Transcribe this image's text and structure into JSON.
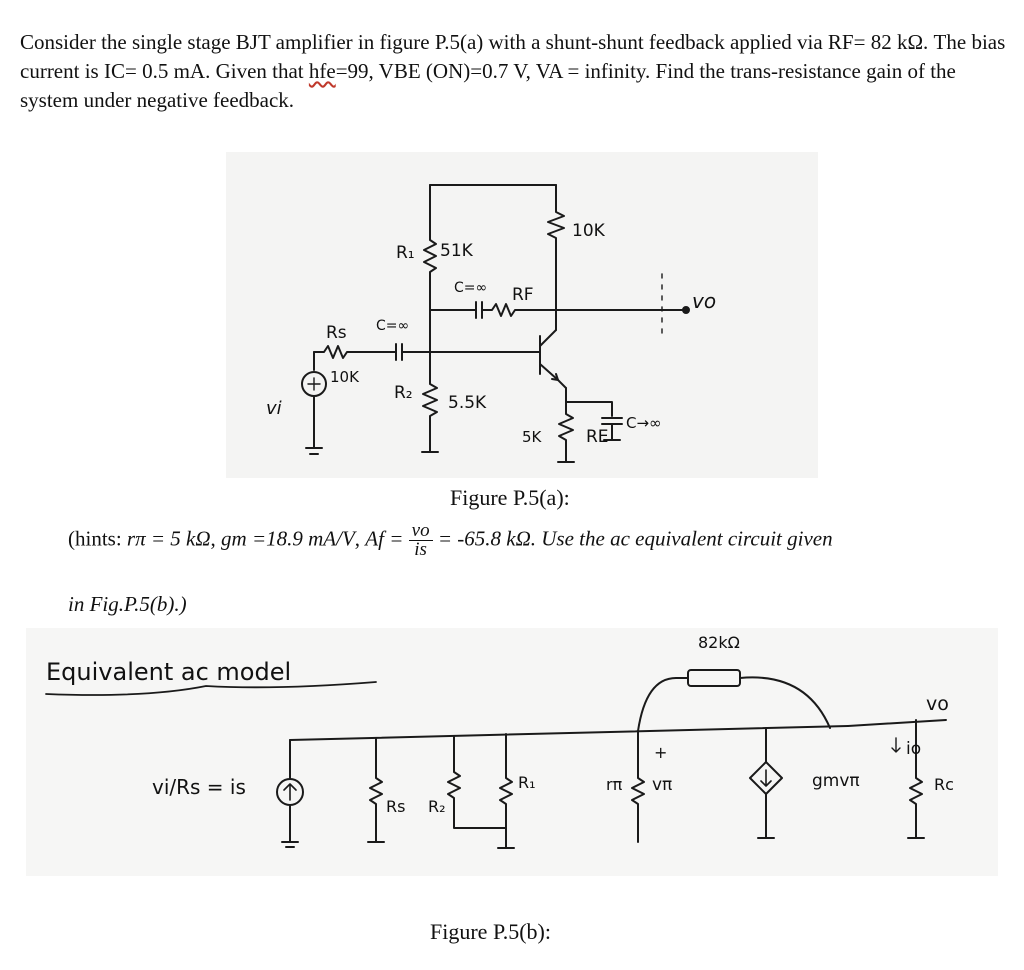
{
  "problem": {
    "part1": "Consider the single stage BJT amplifier in figure P.5(a) with a shunt-shunt feedback applied via RF= 82 kΩ. The bias current is IC= 0.5 mA. Given that ",
    "hfe_word": "hfe",
    "part2": "=99, VBE (ON)=0.7 V, VA = infinity. Find the trans-resistance gain of the system under negative feedback."
  },
  "figure_a": {
    "caption": "Figure P.5(a):",
    "labels": {
      "rc": "10K",
      "r1_name": "R₁",
      "r1_val": "51K",
      "cap_inf1": "C=∞",
      "rf": "RF",
      "rs_name": "Rs",
      "rs_val": "10K",
      "cap_inf2": "C=∞",
      "r2_name": "R₂",
      "r2_val": "5.5K",
      "re_val": "5K",
      "re_name": "RE",
      "ce": "C→∞",
      "vi": "vi",
      "vo": "vo"
    }
  },
  "hints": {
    "open": "(hints: ",
    "rpi": "rπ = 5 kΩ",
    "gm": "gm =18.9 mA/V",
    "af_prefix": "Af = ",
    "frac_num": "vo",
    "frac_den": "is",
    "af_val": "= -65.8 kΩ. Use the ac equivalent circuit given",
    "line2": "in Fig.P.5(b).)"
  },
  "figure_b": {
    "caption": "Figure P.5(b):",
    "labels": {
      "title": "Equivalent ac model",
      "source_eq": "vi/Rs = is",
      "rs": "Rs",
      "r2": "R₂",
      "r1": "R₁",
      "rpi": "rπ",
      "vpi": "vπ",
      "rf_val": "82kΩ",
      "gm": "gmvπ",
      "vo": "vo",
      "io": "io",
      "rc": "Rc"
    }
  }
}
